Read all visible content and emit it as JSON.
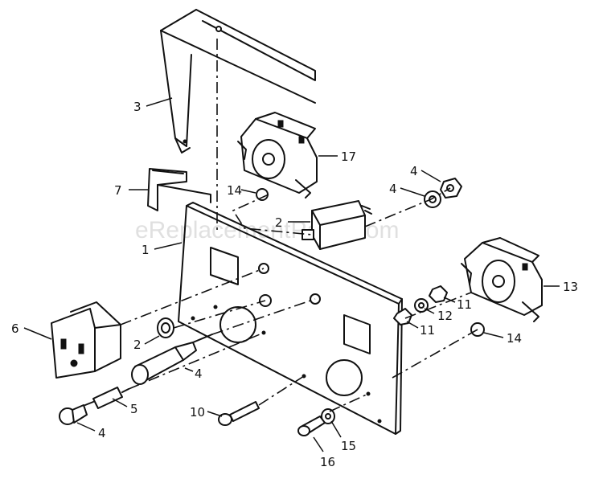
{
  "watermark": "eReplacementParts.com",
  "callouts": {
    "p3": "3",
    "p17": "17",
    "p14a": "14",
    "p7": "7",
    "p2a": "2",
    "p4a": "4",
    "p4b": "4",
    "p1": "1",
    "p13": "13",
    "p11a": "11",
    "p12": "12",
    "p11b": "11",
    "p14b": "14",
    "p6": "6",
    "p2b": "2",
    "p4c": "4",
    "p5": "5",
    "p4d": "4",
    "p10": "10",
    "p15": "15",
    "p16": "16"
  }
}
